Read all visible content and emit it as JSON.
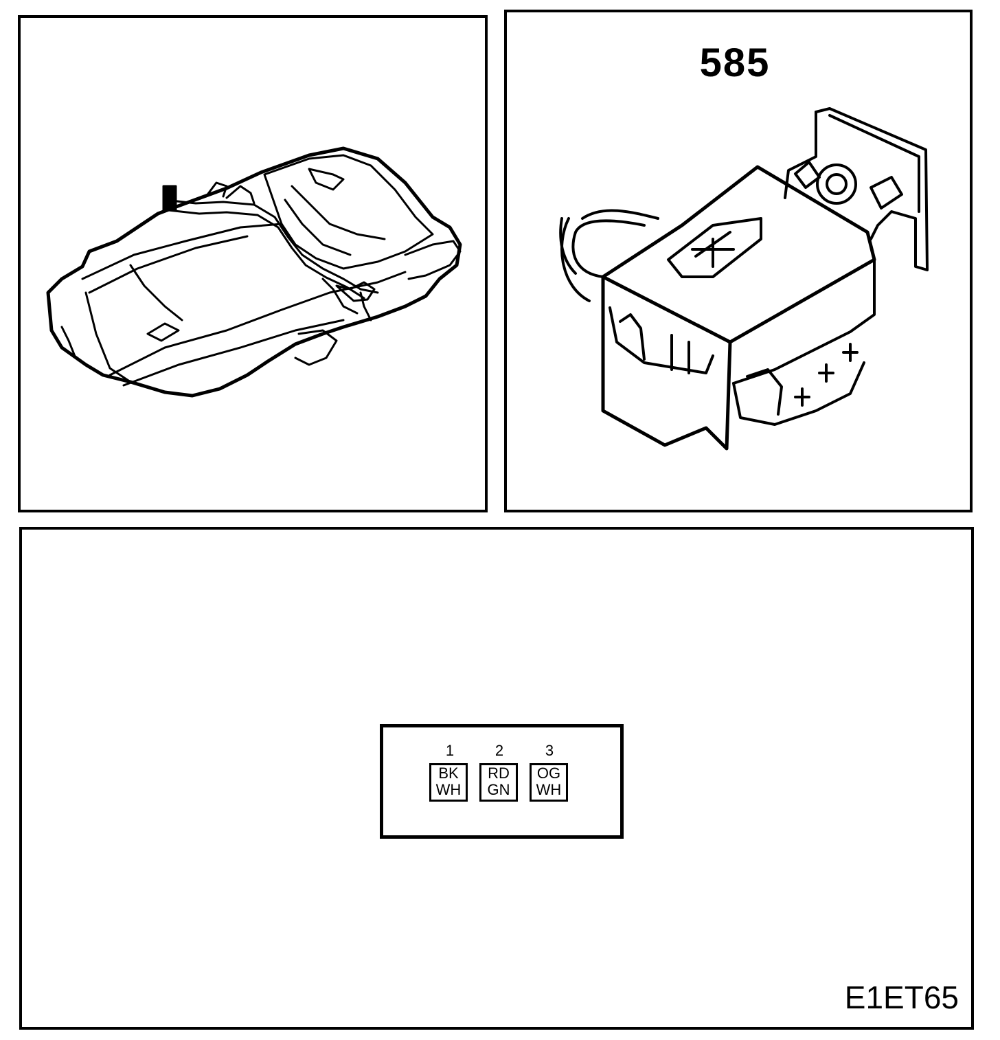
{
  "connector": {
    "number": "585",
    "pins": [
      {
        "num": "1",
        "color_top": "BK",
        "color_bottom": "WH"
      },
      {
        "num": "2",
        "color_top": "RD",
        "color_bottom": "GN"
      },
      {
        "num": "3",
        "color_top": "OG",
        "color_bottom": "WH"
      }
    ]
  },
  "diagram_id": "E1ET65"
}
